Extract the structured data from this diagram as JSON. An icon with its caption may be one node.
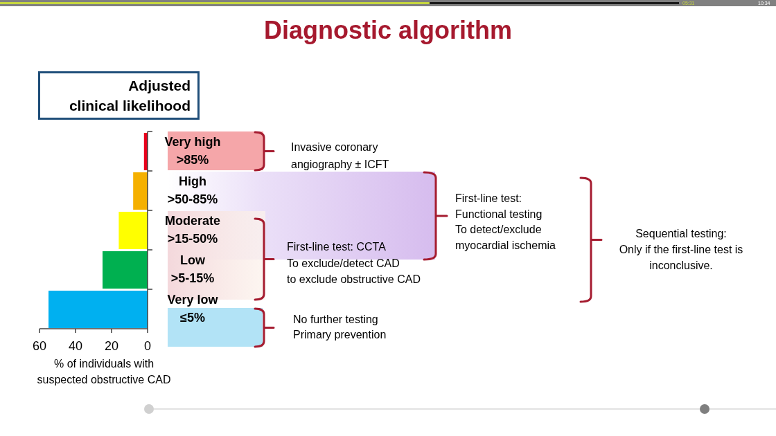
{
  "diagram": {
    "title": "Diagnostic algorithm",
    "nodes": [
      {
        "text": [
          "Adjusted clinical likelihood"
        ]
      }
    ],
    "labels": [
      "05:31",
      "10:34",
      "Invasive coronary angiography ± ICFT",
      "First-line test: Functional testing To detect/exclude myocardial ischemia",
      "Sequential testing: Only if the first-line test is inconclusive.",
      "First-line test: CCTA To exclude/detect CAD to exclude obstructive CAD",
      "No further testing Primary prevention"
    ],
    "chart_data": {
      "type": "bar",
      "orientation": "horizontal",
      "xlabel": "% of individuals with suspected obstructive CAD",
      "categories": [
        "Very high >85%",
        "High >50-85%",
        "Moderate >15-50%",
        "Low >5-15%",
        "Very low ≤5%"
      ],
      "values": [
        2,
        8,
        16,
        25,
        55
      ],
      "xlim": [
        60,
        0
      ],
      "xticks": [
        60,
        40,
        20,
        0
      ]
    }
  }
}
